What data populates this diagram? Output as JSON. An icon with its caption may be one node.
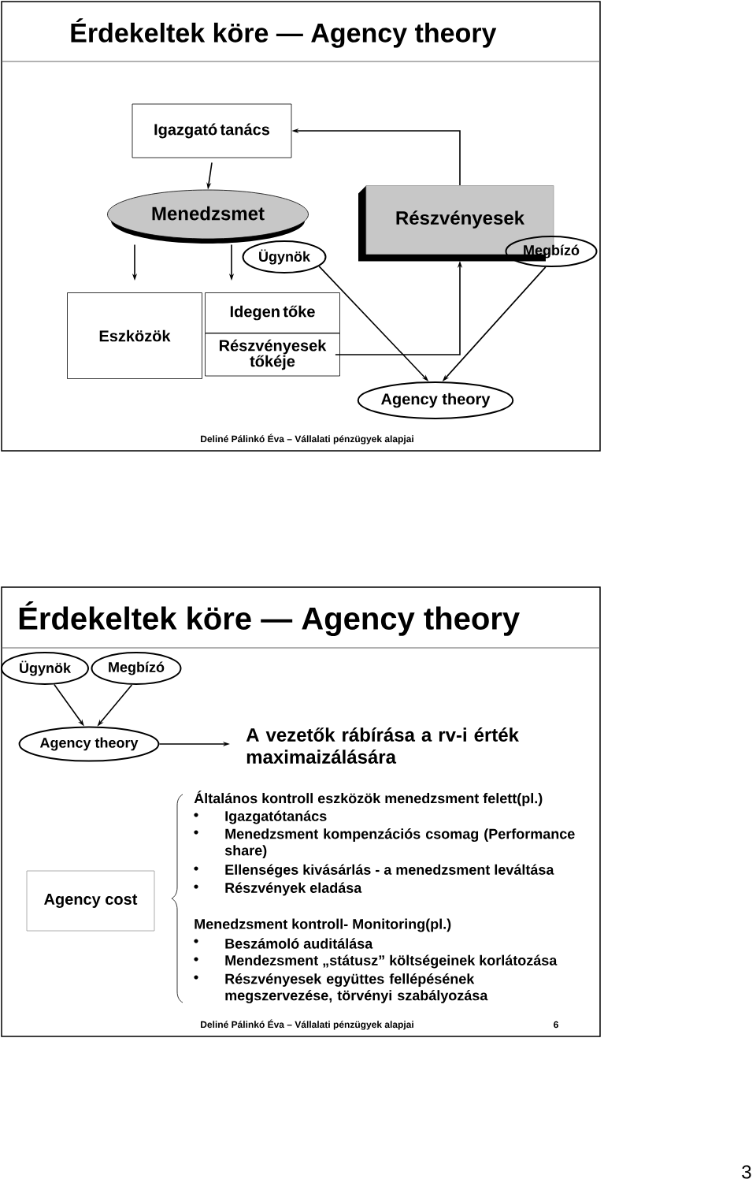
{
  "diagram": {
    "nodes": [
      {
        "text": [
          "Igazgató tanács"
        ]
      },
      {
        "text": [
          "Menedzsmet"
        ]
      },
      {
        "text": [
          "Ügynök"
        ]
      },
      {
        "text": [
          "Részvényesek"
        ]
      },
      {
        "text": [
          "Megbízó"
        ]
      },
      {
        "text": [
          "Eszközök"
        ]
      },
      {
        "text": [
          "Idegen tőke"
        ]
      },
      {
        "text": [
          "Részvényesek tőkéje"
        ]
      },
      {
        "text": [
          "Agency theory"
        ]
      },
      {
        "text": [
          "Ügynök"
        ]
      },
      {
        "text": [
          "Megbízó"
        ]
      },
      {
        "text": [
          "Agency theory"
        ]
      },
      {
        "text": [
          "A vezetők rábírása a rv-i érték maximaizálására"
        ]
      },
      {
        "text": [
          "Agency cost"
        ]
      }
    ],
    "edges": [
      {
        "from": 3,
        "to": 0,
        "arrow": "to"
      },
      {
        "from": 0,
        "to": 1,
        "arrow": "to"
      },
      {
        "from": 1,
        "to": 5,
        "arrow": "to"
      },
      {
        "from": 1,
        "to": 6,
        "arrow": "to"
      },
      {
        "from": 7,
        "to": 3,
        "arrow": "to"
      },
      {
        "from": 2,
        "to": 8,
        "arrow": "to"
      },
      {
        "from": 4,
        "to": 8,
        "arrow": "to"
      },
      {
        "from": 9,
        "to": 11,
        "arrow": "to"
      },
      {
        "from": 10,
        "to": 11,
        "arrow": "to"
      },
      {
        "from": 11,
        "to": 12,
        "arrow": "to"
      }
    ],
    "labels": [
      "Érdekeltek köre — Agency theory",
      "Deliné Pálinkó Éva – Vállalati pénzügyek alapjai",
      "Érdekeltek köre — Agency theory",
      "Általános kontroll eszközök menedzsment felett(pl.)",
      "Igazgatótanács",
      "Menedzsment kompenzációs csomag (Performance share)",
      "Ellenséges kivásárlás - a menedzsment leváltása",
      "Részvények eladása",
      "Menedzsment kontroll- Monitoring(pl.)",
      "Beszámoló auditálása",
      "Mendezsment „státusz” költségeinek korlátozása",
      "Részvényesek együttes fellépésének megszervezése, törvényi szabályozása",
      "Deliné Pálinkó Éva – Vállalati pénzügyek alapjai",
      "6",
      "3"
    ]
  }
}
